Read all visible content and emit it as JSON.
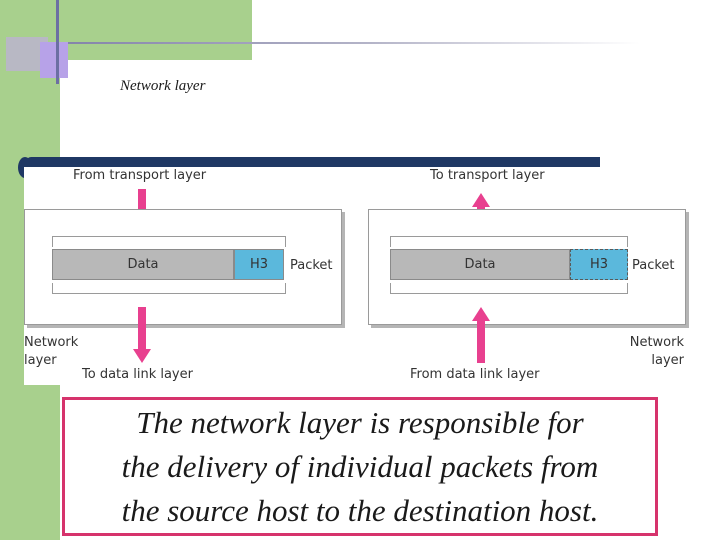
{
  "slide": {
    "title": "Network layer"
  },
  "diagram": {
    "left": {
      "top_label": "From transport layer",
      "bottom_label": "To data link layer",
      "side_label_line1": "Network",
      "side_label_line2": "layer",
      "data_label": "Data",
      "header_label": "H3",
      "packet_label": "Packet"
    },
    "right": {
      "top_label": "To transport layer",
      "bottom_label": "From data link layer",
      "side_label_line1": "Network",
      "side_label_line2": "layer",
      "data_label": "Data",
      "header_label": "H3",
      "packet_label": "Packet"
    },
    "colors": {
      "arrow": "#e8408f",
      "header": "#5bb8dc",
      "data": "#b8b8b8",
      "caption_border": "#d6336c"
    }
  },
  "caption": {
    "line1": "The network layer is responsible for",
    "line2": "the delivery of individual packets from",
    "line3": "the source host to the destination host."
  }
}
